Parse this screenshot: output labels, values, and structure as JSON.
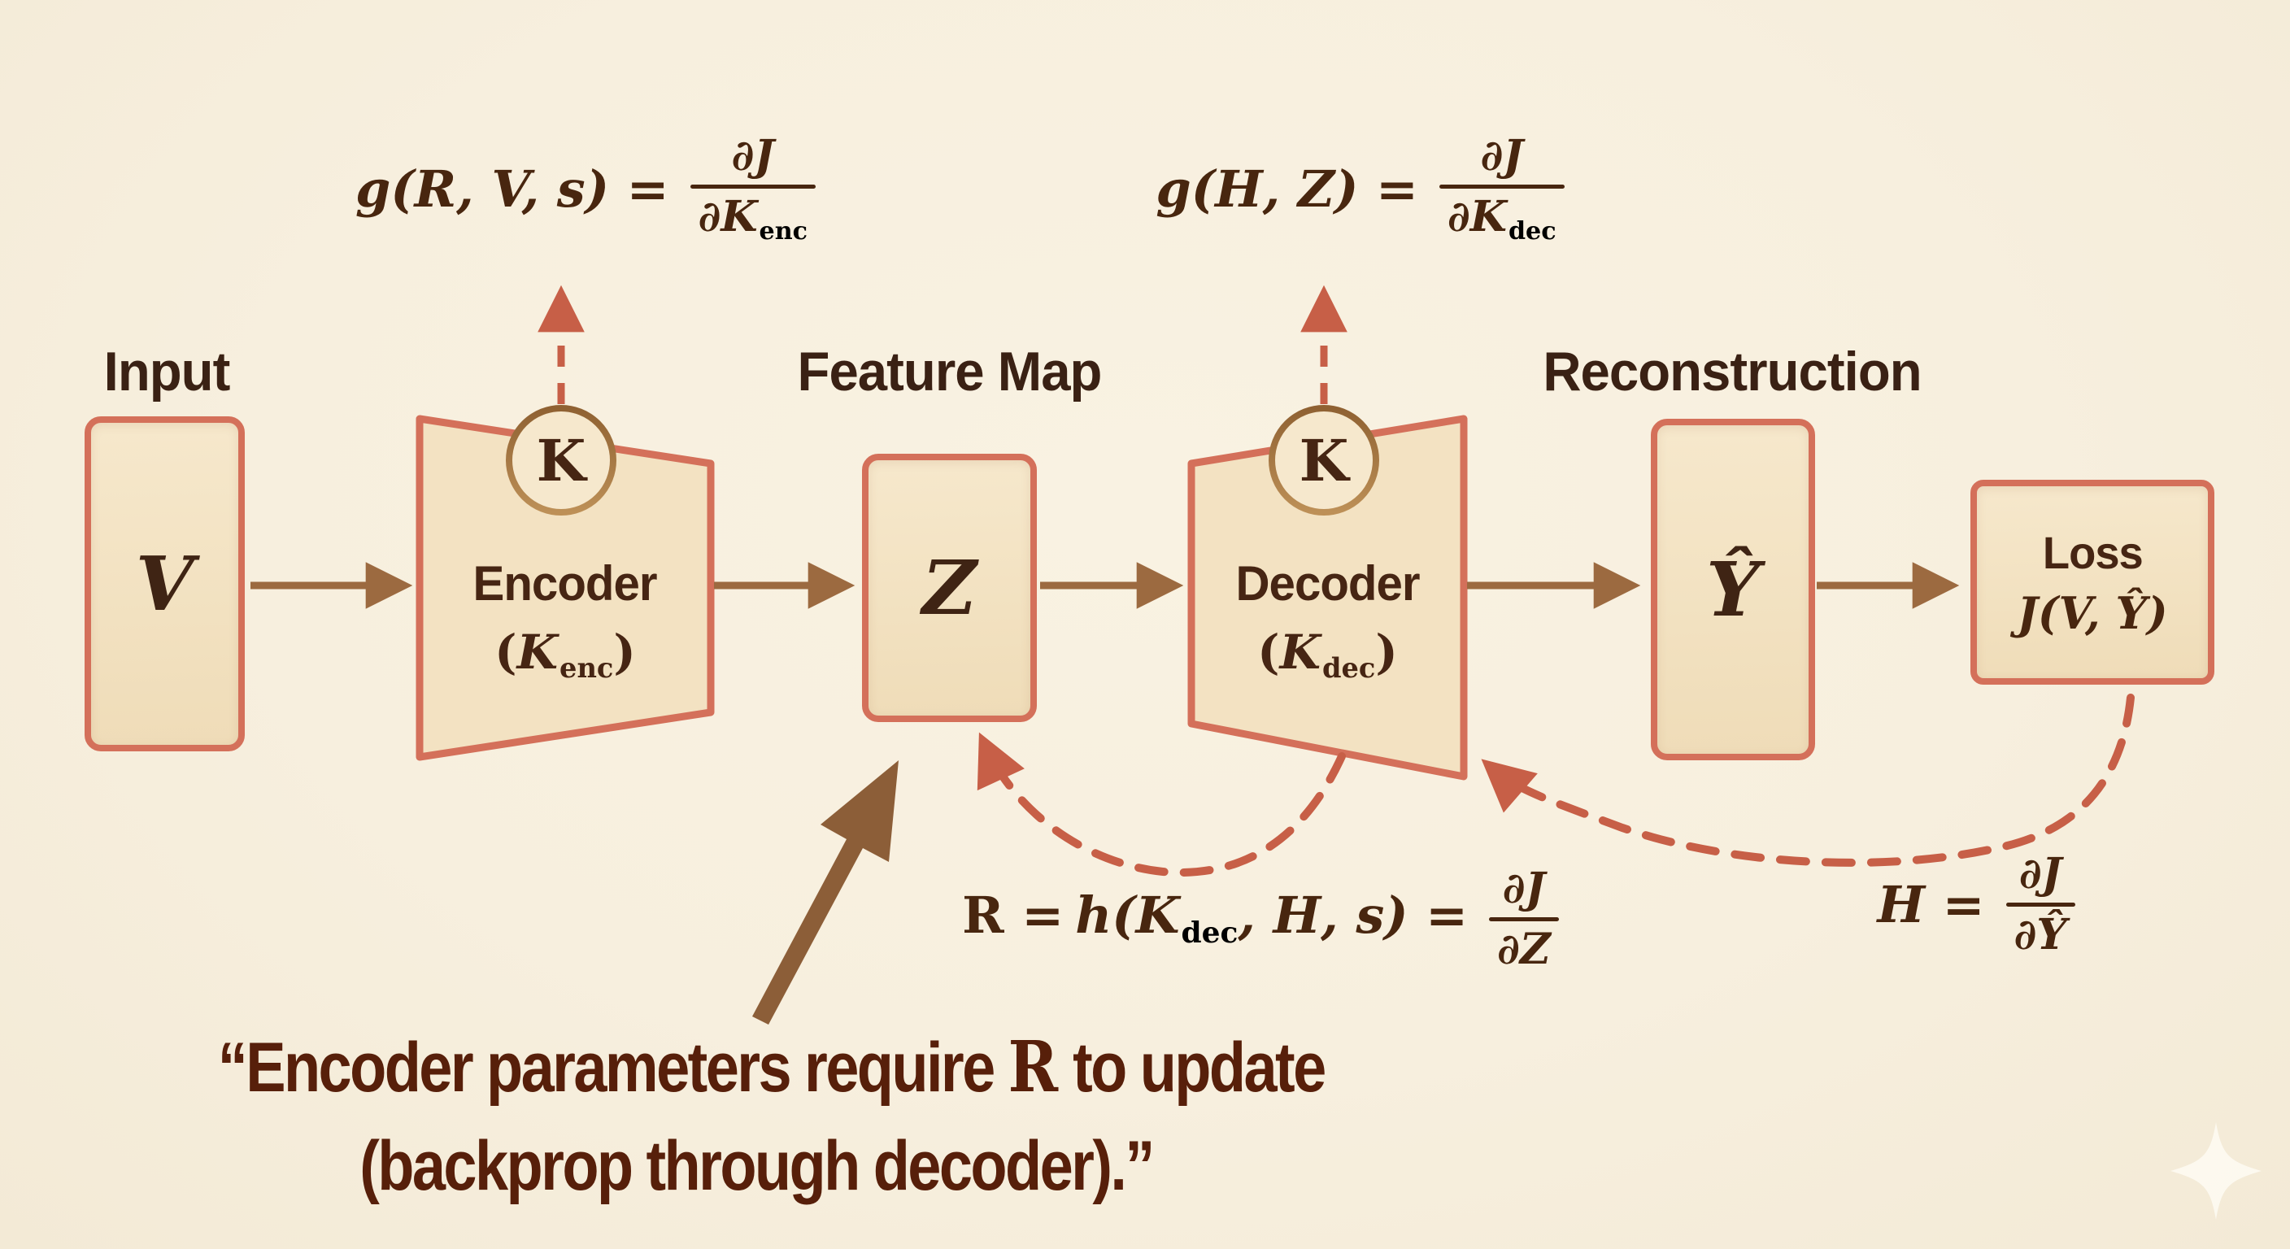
{
  "title": "Autoencoder backpropagation diagram",
  "colors": {
    "background": "#f8f0de",
    "block_fill": "#f3e2c2",
    "block_border": "#d4705a",
    "badge_border": "#a87a43",
    "flow_arrow": "#9c6a40",
    "big_arrow": "#8c5e38",
    "gradient_arrow": "#c75f47",
    "label_text": "#3a2114",
    "math_text": "#48260f",
    "caption_text": "#571f0a"
  },
  "nodes": {
    "input": {
      "label": "Input",
      "symbol": "V"
    },
    "encoder": {
      "title": "Encoder",
      "badge": "K",
      "param": {
        "open": "(",
        "k": "K",
        "sub": "enc",
        "close": ")"
      }
    },
    "feature_map": {
      "label": "Feature Map",
      "symbol": "Z"
    },
    "decoder": {
      "title": "Decoder",
      "badge": "K",
      "param": {
        "open": "(",
        "k": "K",
        "sub": "dec",
        "close": ")"
      }
    },
    "reconstruction": {
      "label": "Reconstruction",
      "symbol": "Ŷ"
    },
    "loss": {
      "title": "Loss",
      "formula": "J(V, Ŷ)"
    }
  },
  "formulas": {
    "encoder_grad": {
      "lhs": "g(R, V, s) =",
      "num": "∂J",
      "den": "∂K",
      "den_sub": "enc"
    },
    "decoder_grad": {
      "lhs": "g(H, Z) =",
      "num": "∂J",
      "den": "∂K",
      "den_sub": "dec"
    },
    "feature_grad": {
      "r": "R =",
      "h": "h(K",
      "sub": "dec",
      "rest": ", H, s) =",
      "num": "∂J",
      "den": "∂Z"
    },
    "recon_grad": {
      "lhs": "H =",
      "num": "∂J",
      "den": "∂Ŷ"
    }
  },
  "caption": {
    "line1_pre": "“Encoder parameters require ",
    "line1_math": "R",
    "line1_post": " to update",
    "line2": "(backprop through decoder).”"
  }
}
